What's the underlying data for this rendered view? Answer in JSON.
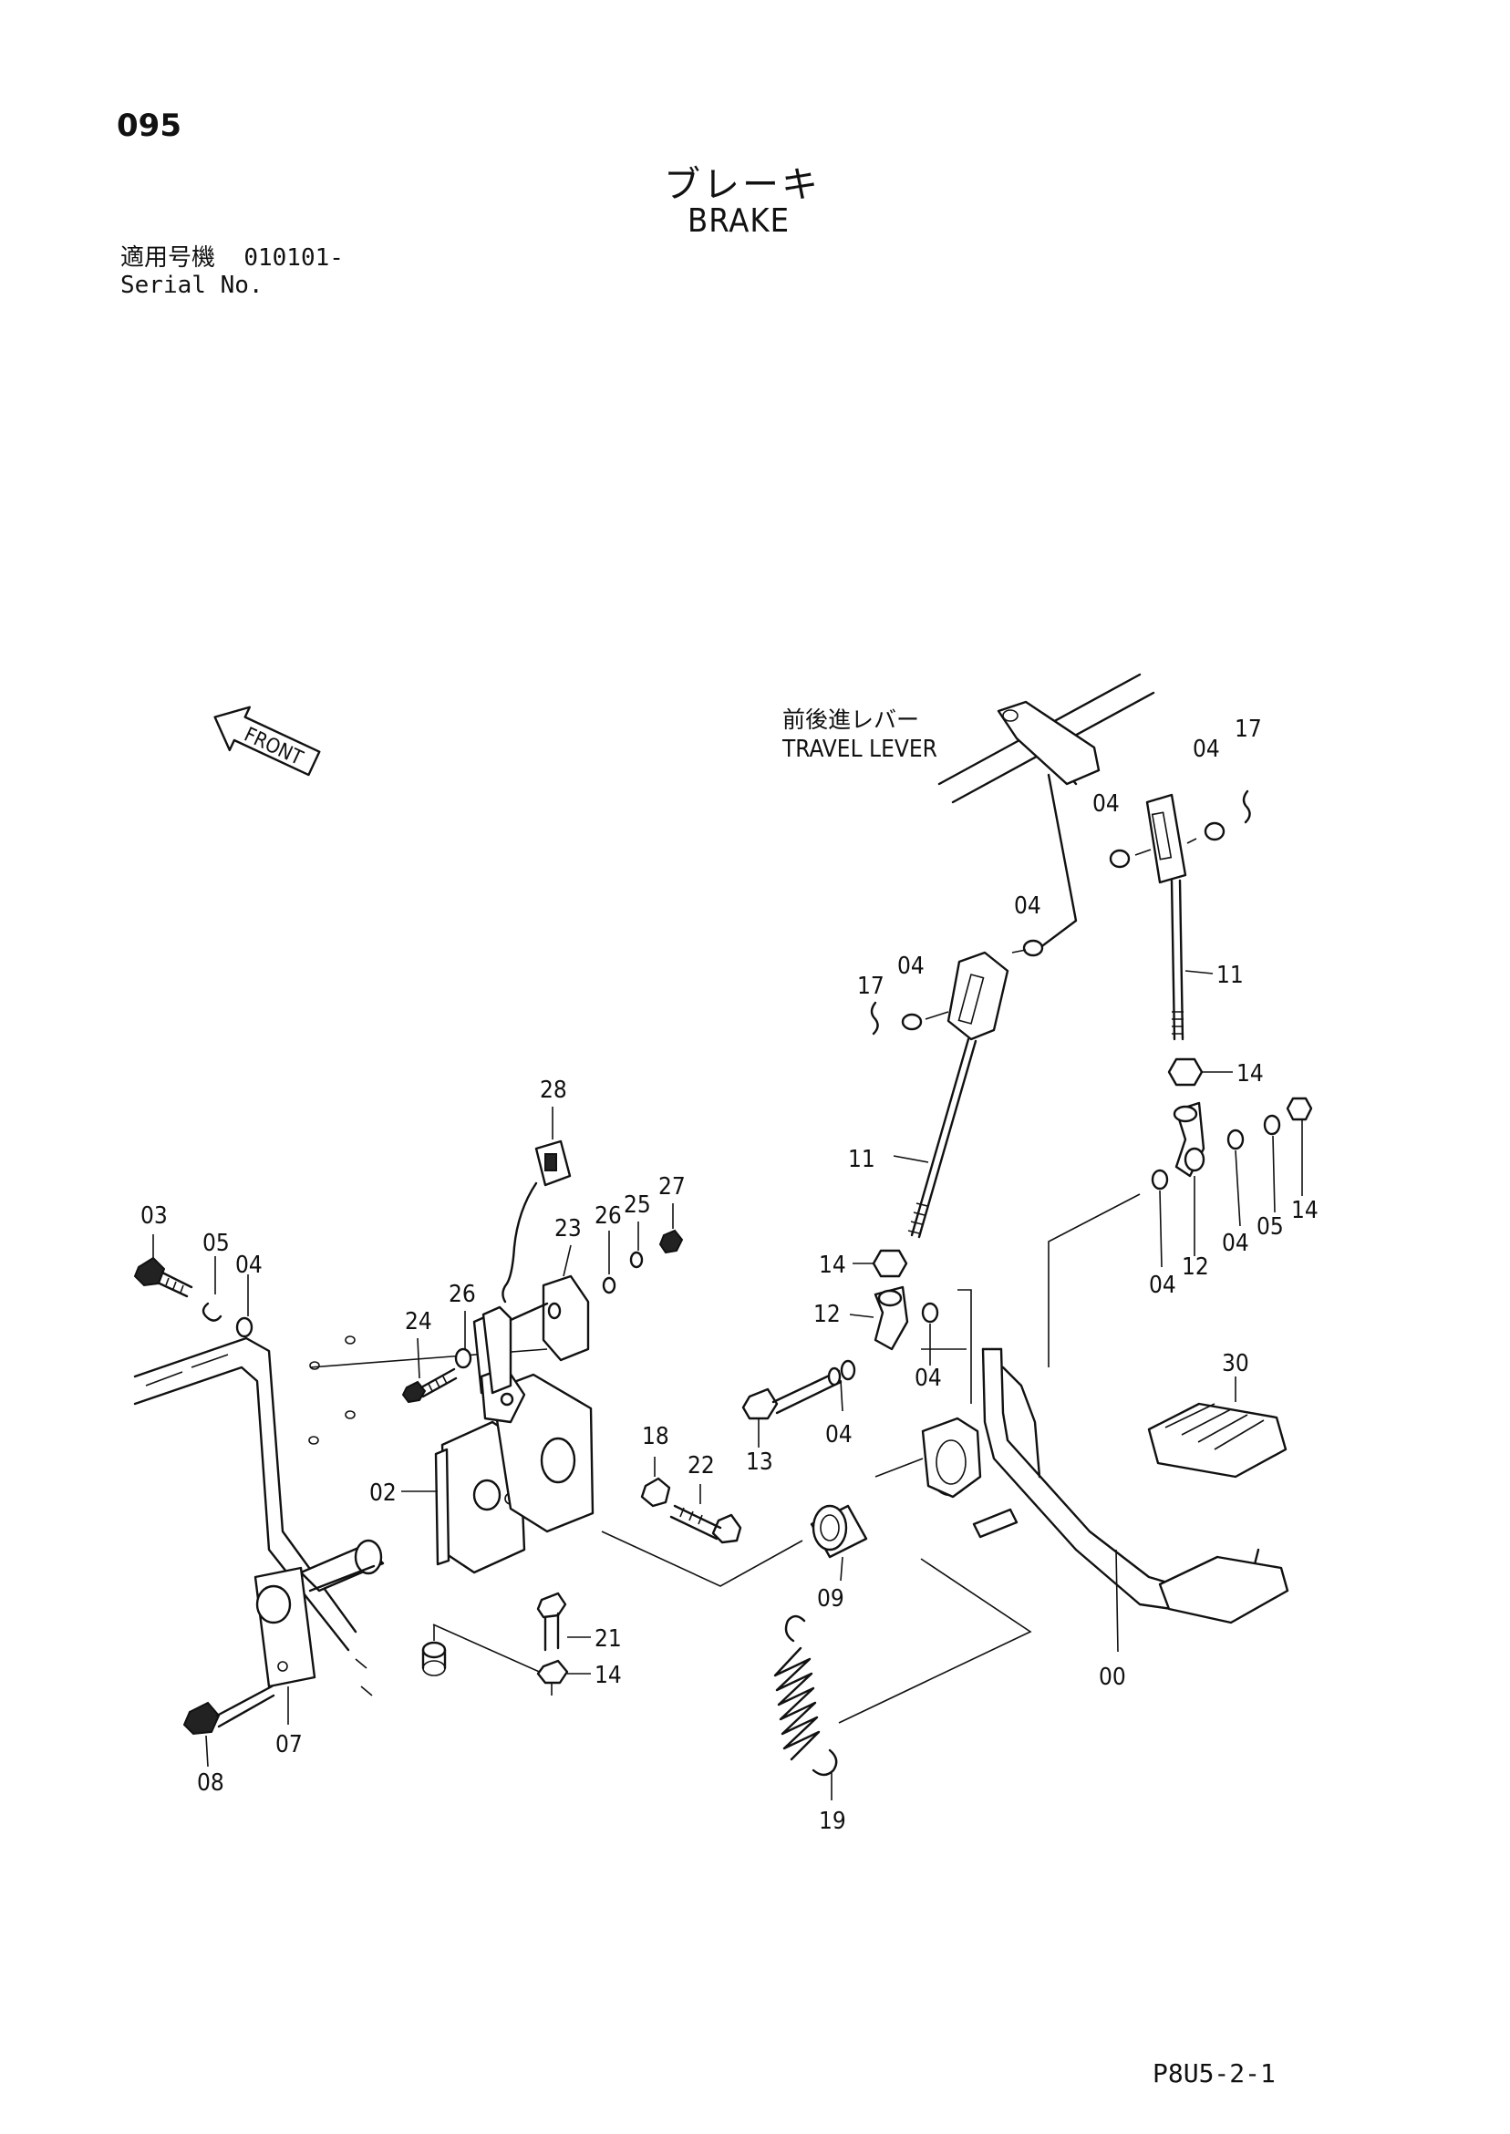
{
  "page_number": "095",
  "title_jp": "ブレーキ",
  "title_en": "BRAKE",
  "serial_jp": "適用号機",
  "serial_value": "010101-",
  "serial_en": "Serial No.",
  "front_label": "FRONT",
  "travel_lever_jp": "前後進レバー",
  "travel_lever_en": "TRAVEL LEVER",
  "drawing_code": "P8U5-2-1",
  "callouts": {
    "c00": "00",
    "c02": "02",
    "c03": "03",
    "c04a": "04",
    "c04b": "04",
    "c04c": "04",
    "c04d": "04",
    "c04e": "04",
    "c04f": "04",
    "c04g": "04",
    "c04h": "04",
    "c04i": "04",
    "c05a": "05",
    "c05b": "05",
    "c07": "07",
    "c08": "08",
    "c09": "09",
    "c11a": "11",
    "c11b": "11",
    "c12a": "12",
    "c12b": "12",
    "c13": "13",
    "c14a": "14",
    "c14b": "14",
    "c14c": "14",
    "c14d": "14",
    "c17a": "17",
    "c17b": "17",
    "c18": "18",
    "c19": "19",
    "c21": "21",
    "c22": "22",
    "c23": "23",
    "c24": "24",
    "c25": "25",
    "c26a": "26",
    "c26b": "26",
    "c27": "27",
    "c28": "28",
    "c30": "30"
  }
}
